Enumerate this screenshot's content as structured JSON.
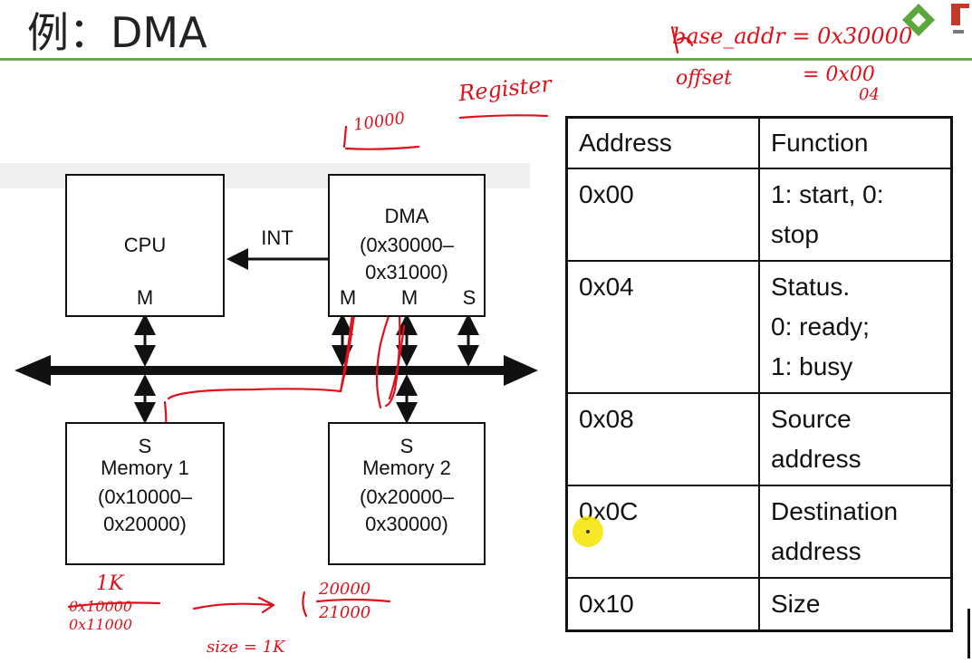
{
  "slide": {
    "title": "例：DMA"
  },
  "diagram": {
    "cpu": {
      "label": "CPU",
      "port": "M"
    },
    "dma": {
      "label": "DMA",
      "range_line1": "(0x30000–",
      "range_line2": "0x31000)",
      "port_m1": "M",
      "port_m2": "M",
      "port_s": "S"
    },
    "int_label": "INT",
    "memory1": {
      "port": "S",
      "label": "Memory 1",
      "range_line1": "(0x10000–",
      "range_line2": "0x20000)"
    },
    "memory2": {
      "port": "S",
      "label": "Memory 2",
      "range_line1": "(0x20000–",
      "range_line2": "0x30000)"
    }
  },
  "register_table": {
    "headers": [
      "Address",
      "Function"
    ],
    "rows": [
      {
        "address": "0x00",
        "function": [
          "1: start, 0:",
          "stop"
        ]
      },
      {
        "address": "0x04",
        "function": [
          "Status.",
          "0: ready;",
          "1: busy"
        ]
      },
      {
        "address": "0x08",
        "function": [
          "Source",
          "address"
        ]
      },
      {
        "address": "0x0C",
        "function": [
          "Destination",
          "address"
        ]
      },
      {
        "address": "0x10",
        "function": [
          "Size"
        ]
      }
    ]
  },
  "annotations": {
    "base_addr": "base_addr = 0x30000",
    "offset_label": "offset",
    "offset_value": "= 0x00",
    "offset_value2": "04",
    "register": "Register",
    "top_number": "10000",
    "size_1k": "1K",
    "src_range_a": "0x10000",
    "src_range_b": "0x11000",
    "dst_range_a": "20000",
    "dst_range_b": "21000",
    "size": "size = 1K"
  },
  "colors": {
    "ink": "#111111",
    "annotation_red": "#e0101a",
    "title_rule": "#6aa84f",
    "cursor": "#f5e400",
    "logo_green": "#5aa83c"
  },
  "icons": [
    "logo-icon",
    "cursor-highlight"
  ]
}
